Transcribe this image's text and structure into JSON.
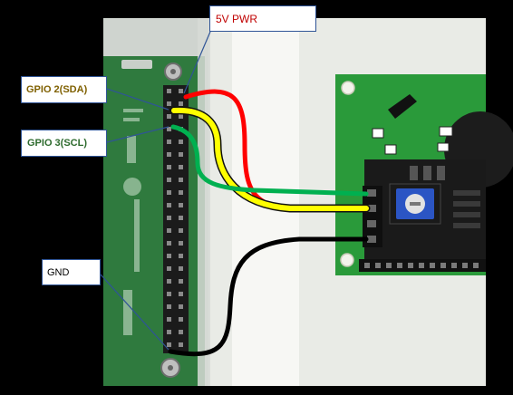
{
  "labels": {
    "pwr": "5V PWR",
    "sda": "GPIO 2(SDA)",
    "scl": "GPIO 3(SCL)",
    "gnd": "GND"
  },
  "wire_colors": {
    "power": "#ff0000",
    "sda": "#ffff00",
    "scl": "#00b050",
    "gnd": "#000000"
  },
  "board_colors": {
    "pi_pcb": "#2f7a3e",
    "lcd_pcb": "#2a9a3a",
    "i2c_backpack": "#1a1a1a",
    "potentiometer": "#2b55c4",
    "callout_line": "#2f5496"
  }
}
